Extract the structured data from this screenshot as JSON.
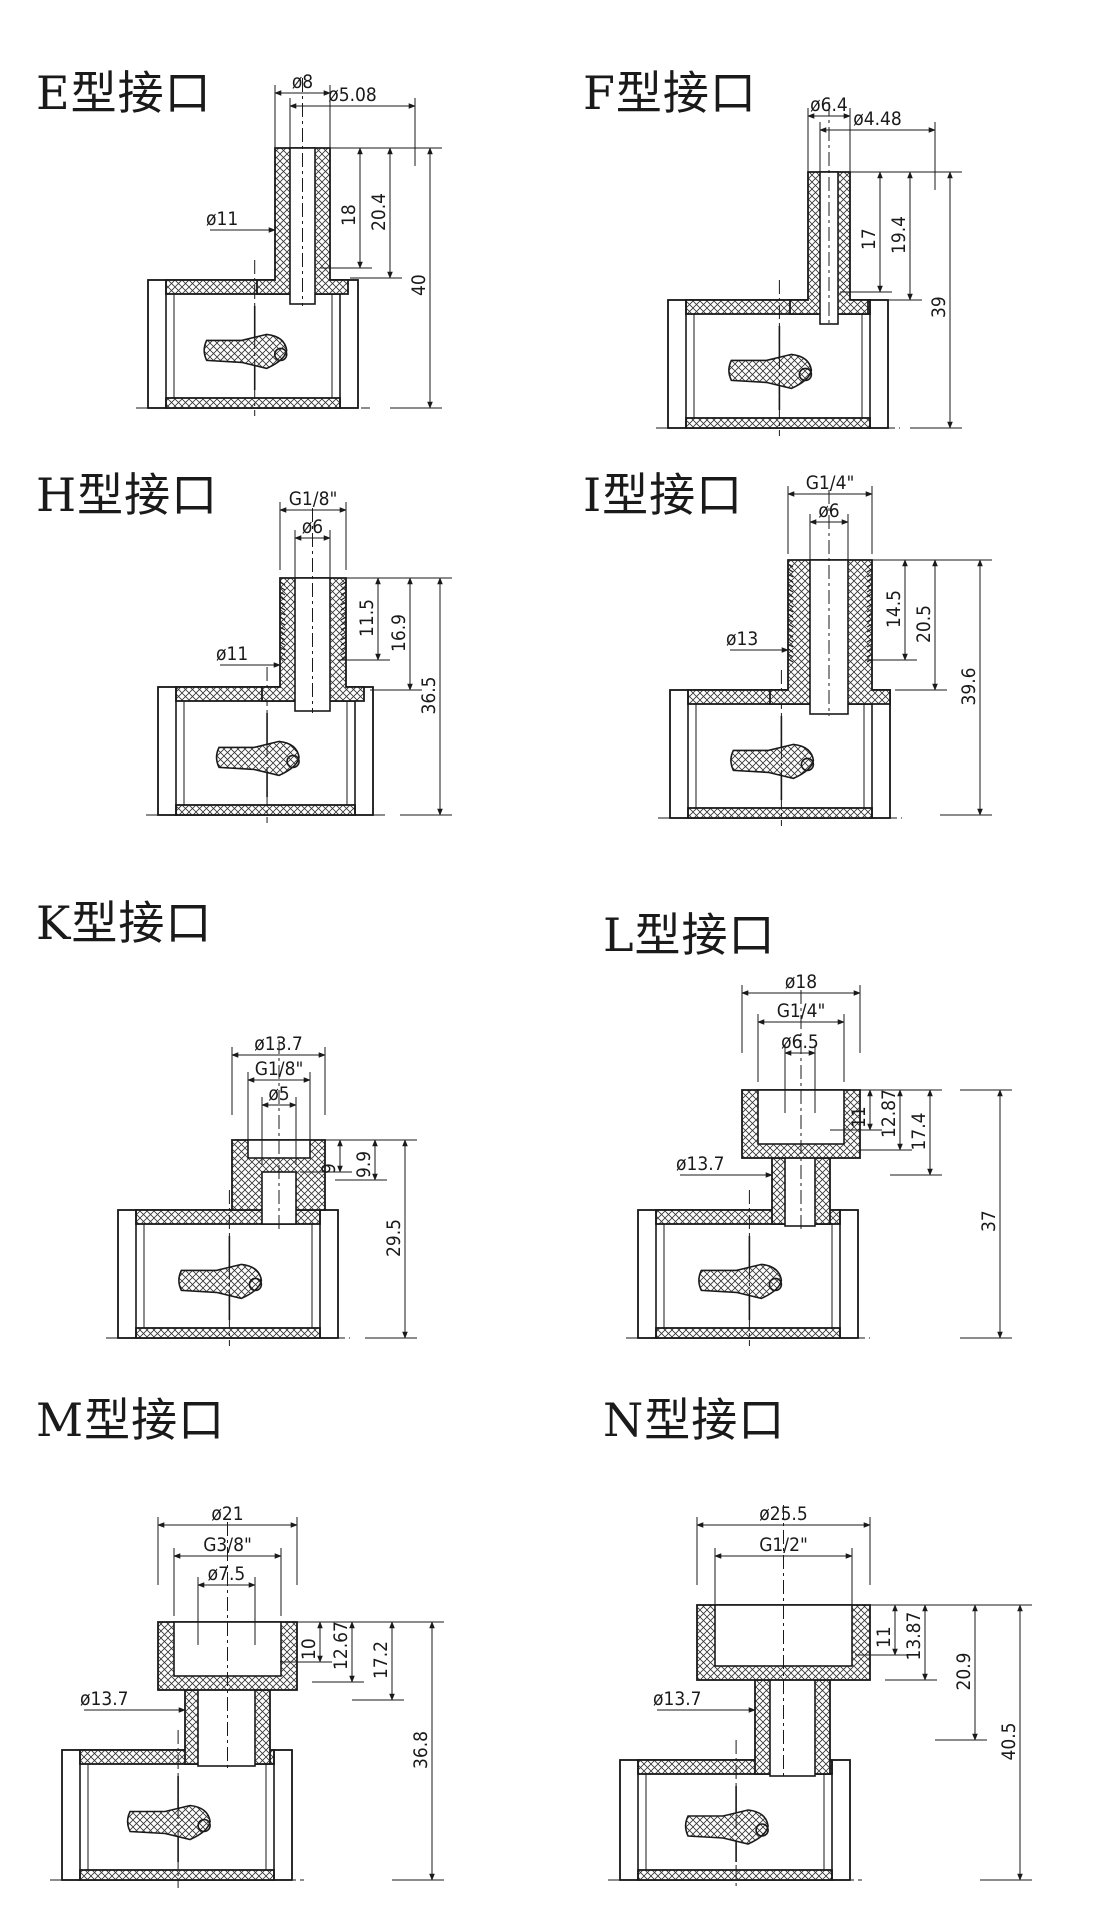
{
  "diagram": {
    "panels": [
      {
        "id": "E",
        "title": "E型接口",
        "top_dims": [
          "ø8",
          "ø5.08"
        ],
        "side_dia": "ø11",
        "heights": [
          "18",
          "20.4",
          "40"
        ]
      },
      {
        "id": "F",
        "title": "F型接口",
        "top_dims": [
          "ø6.4",
          "ø4.48"
        ],
        "side_dia": "",
        "heights": [
          "17",
          "19.4",
          "39"
        ]
      },
      {
        "id": "H",
        "title": "H型接口",
        "top_dims": [
          "G1/8\"",
          "ø6"
        ],
        "side_dia": "ø11",
        "heights": [
          "11.5",
          "16.9",
          "36.5"
        ]
      },
      {
        "id": "I",
        "title": "I型接口",
        "top_dims": [
          "G1/4\"",
          "ø6"
        ],
        "side_dia": "ø13",
        "heights": [
          "14.5",
          "20.5",
          "39.6"
        ]
      },
      {
        "id": "K",
        "title": "K型接口",
        "top_dims": [
          "ø13.7",
          "G1/8\"",
          "ø5"
        ],
        "side_dia": "",
        "heights": [
          "9",
          "9.9",
          "29.5"
        ]
      },
      {
        "id": "L",
        "title": "L型接口",
        "top_dims": [
          "ø18",
          "G1/4\"",
          "ø6.5"
        ],
        "side_dia": "ø13.7",
        "heights": [
          "11",
          "12.87",
          "17.4",
          "37"
        ]
      },
      {
        "id": "M",
        "title": "M型接口",
        "top_dims": [
          "ø21",
          "G3/8\"",
          "ø7.5"
        ],
        "side_dia": "ø13.7",
        "heights": [
          "10",
          "12.67",
          "17.2",
          "36.8"
        ]
      },
      {
        "id": "N",
        "title": "N型接口",
        "top_dims": [
          "ø25.5",
          "G1/2\""
        ],
        "side_dia": "ø13.7",
        "heights": [
          "11",
          "13.87",
          "20.9",
          "40.5"
        ]
      }
    ]
  }
}
